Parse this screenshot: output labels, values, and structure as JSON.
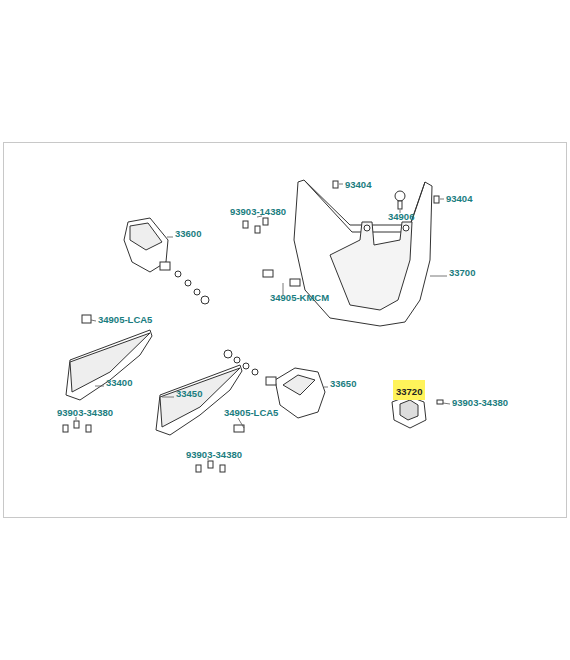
{
  "diagram": {
    "nodes": [
      {
        "text": [
          "33720"
        ]
      }
    ],
    "labels": [
      "93404",
      "93404",
      "93903-14380",
      "33600",
      "34906",
      "33700",
      "34905-KMCM",
      "34905-LCA5",
      "33400",
      "33650",
      "93903-34380",
      "33450",
      "34905-LCA5",
      "93903-34380",
      "93903-34380"
    ]
  }
}
